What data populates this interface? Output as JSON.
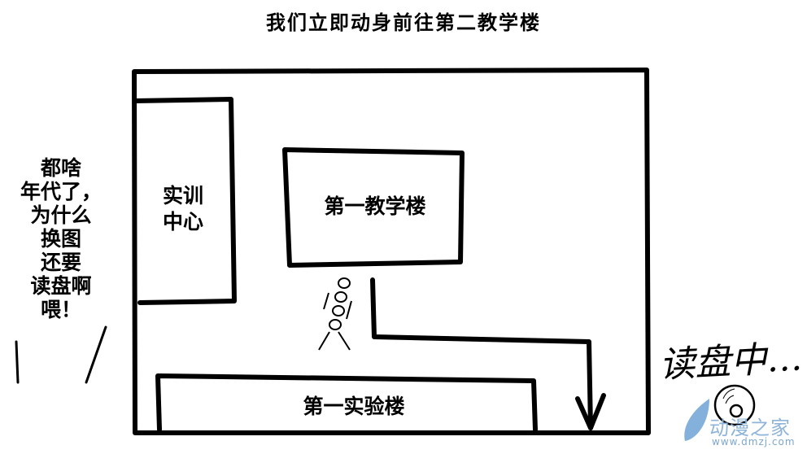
{
  "title": "我们立即动身前往第二教学楼",
  "speech_lines": [
    "都啥",
    "年代了，",
    "为什么",
    "换图",
    "还要",
    "读盘啊",
    "喂！"
  ],
  "buildings": {
    "training_center": [
      "实训",
      "中心"
    ],
    "teaching_building_1": "第一教学楼",
    "lab_building_1": "第一实验楼"
  },
  "loading_text": "读盘中…",
  "watermark": {
    "name": "动漫之家",
    "url": "www.dmzj.com",
    "color": "#6fa3d6"
  }
}
